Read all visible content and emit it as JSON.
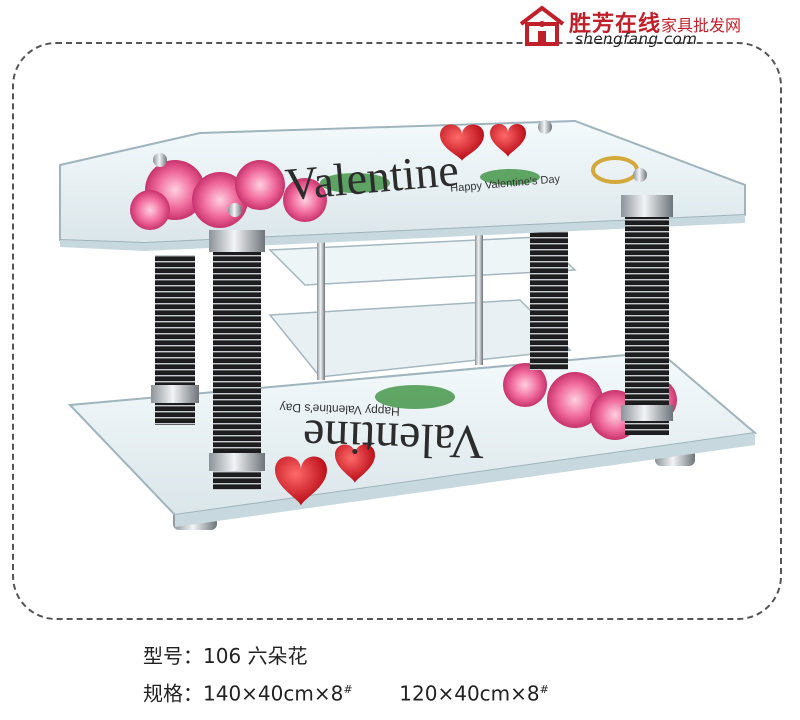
{
  "logo": {
    "brand": "胜芳在线",
    "tagline": "家具批发网",
    "url": "shengfang.com"
  },
  "product": {
    "top_print": "Valentine",
    "top_subprint": "Happy Valentine's Day",
    "bottom_print": "Valentine",
    "bottom_subprint": "Happy Valentine's Day"
  },
  "caption": {
    "model_label": "型号：",
    "model_value": "106 六朵花",
    "spec_label": "规格：",
    "spec_1": "140×40cm×8",
    "spec_2": "120×40cm×8",
    "spec_mark": "#"
  }
}
